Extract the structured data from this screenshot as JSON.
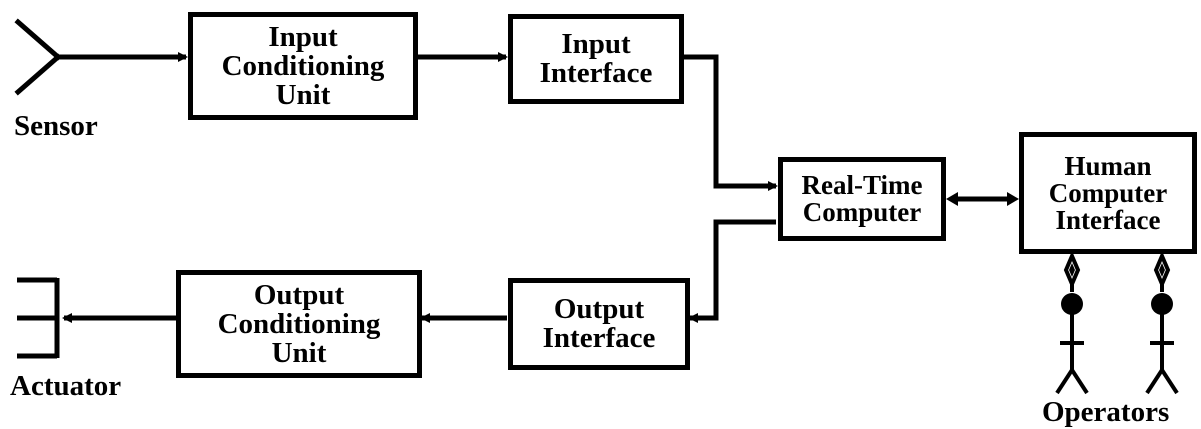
{
  "diagram": {
    "blocks": {
      "input_conditioning": [
        "Input",
        "Conditioning",
        "Unit"
      ],
      "input_interface": [
        "Input",
        "Interface"
      ],
      "real_time_computer": [
        "Real-Time",
        "Computer"
      ],
      "hci": [
        "Human",
        "Computer",
        "Interface"
      ],
      "output_interface": [
        "Output",
        "Interface"
      ],
      "output_conditioning": [
        "Output",
        "Conditioning",
        "Unit"
      ]
    },
    "labels": {
      "sensor": "Sensor",
      "actuator": "Actuator",
      "operators": "Operators"
    }
  }
}
